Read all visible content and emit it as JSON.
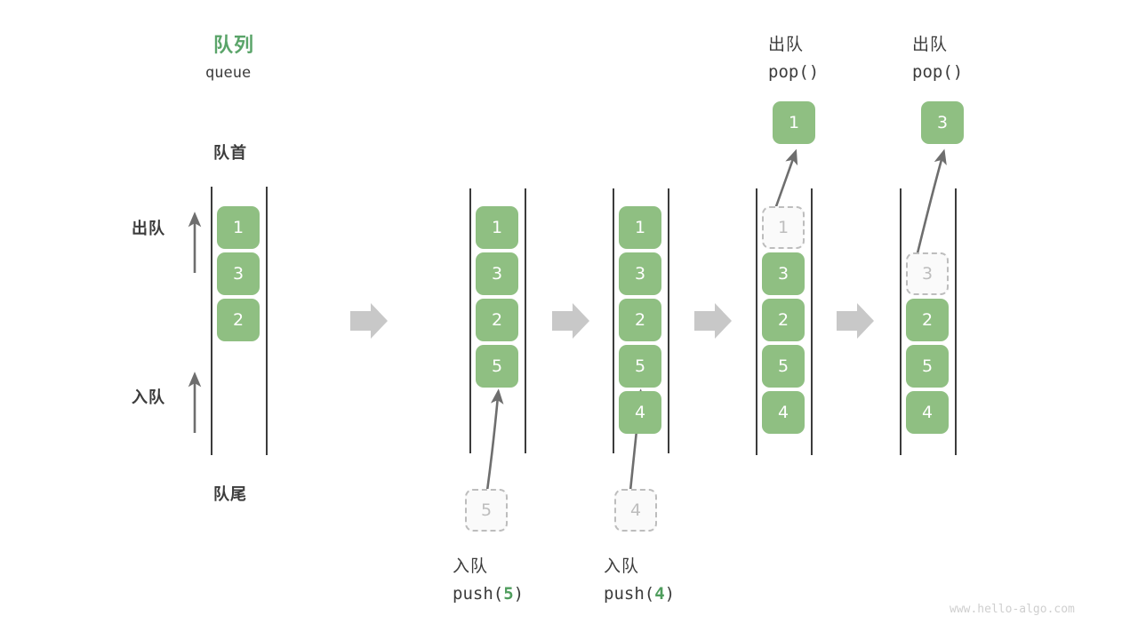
{
  "header": {
    "title_cn": "队列",
    "title_en": "queue",
    "front_label": "队首",
    "rear_label": "队尾",
    "dequeue_label": "出队",
    "enqueue_label": "入队"
  },
  "watermark": "www.hello-algo.com",
  "colors": {
    "cell_green": "#8fbf82",
    "title_green": "#5aa469",
    "ink": "#3c3c3c",
    "ghost_gray": "#bdbdbd",
    "arrow_gray": "#c8c8c8"
  },
  "columns": [
    {
      "id": "initial",
      "caption_cn": "",
      "caption_code": "",
      "cells": [
        "1",
        "3",
        "2"
      ],
      "ghost_index": -1
    },
    {
      "id": "after-push-5",
      "caption_cn": "入队",
      "caption_code_prefix": "push(",
      "caption_code_num": "5",
      "caption_code_suffix": ")",
      "cells": [
        "1",
        "3",
        "2",
        "5"
      ],
      "ghost_index": -1,
      "incoming_value": "5"
    },
    {
      "id": "after-push-4",
      "caption_cn": "入队",
      "caption_code_prefix": "push(",
      "caption_code_num": "4",
      "caption_code_suffix": ")",
      "cells": [
        "1",
        "3",
        "2",
        "5",
        "4"
      ],
      "ghost_index": -1,
      "incoming_value": "4"
    },
    {
      "id": "after-pop-1",
      "top_cn": "出队",
      "top_code": "pop()",
      "popped_value": "1",
      "cells": [
        "1",
        "3",
        "2",
        "5",
        "4"
      ],
      "ghost_index": 0
    },
    {
      "id": "after-pop-3",
      "top_cn": "出队",
      "top_code": "pop()",
      "popped_value": "3",
      "cells": [
        "3",
        "2",
        "5",
        "4"
      ],
      "ghost_index": 0
    }
  ],
  "step_arrows": 4
}
